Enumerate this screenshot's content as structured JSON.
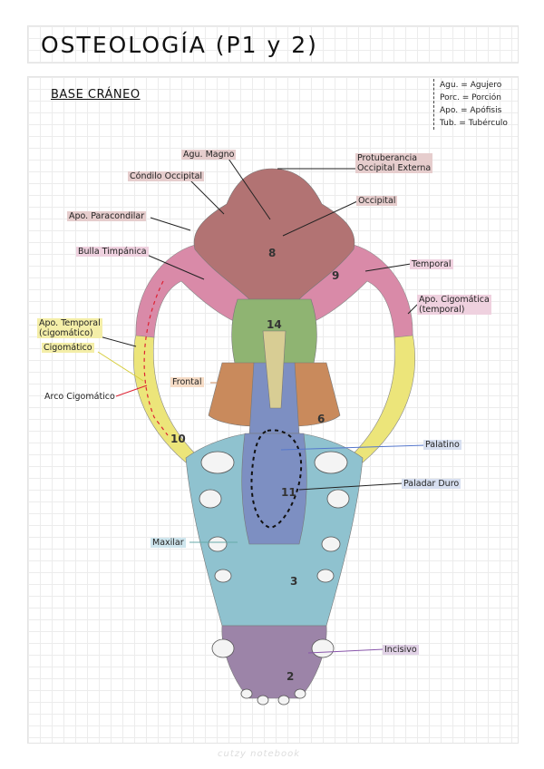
{
  "header": {
    "title": "OSTEOLOGÍA (P1 y 2)"
  },
  "section": {
    "title": "BASE CRÁNEO"
  },
  "abbreviations": [
    "Agu. = Agujero",
    "Porc. = Porción",
    "Apo. = Apófisis",
    "Tub. = Tubérculo"
  ],
  "labels": {
    "agujero_magno": "Agu. Magno",
    "condilo_occipital": "Cóndilo Occipital",
    "apofisis_paracondilar": "Apo. Paracondilar",
    "bulla_timpanica": "Bulla Timpánica",
    "apofisis_temporal_line1": "Apo. Temporal",
    "apofisis_temporal_line2": "(cigomático)",
    "cigomatico": "Cigomático",
    "arco_cigomatico": "Arco Cigomático",
    "frontal": "Frontal",
    "maxilar": "Maxilar",
    "protuberancia_line1": "Protuberancia",
    "protuberancia_line2": "Occipital Externa",
    "occipital": "Occipital",
    "temporal": "Temporal",
    "apofisis_cigomatica_line1": "Apo. Cigomática",
    "apofisis_cigomatica_line2": "(temporal)",
    "palatino": "Palatino",
    "paladar_duro": "Paladar Duro",
    "incisivo": "Incisivo"
  },
  "bone_numbers": {
    "occipital": "8",
    "temporal": "9",
    "sphenoid": "14",
    "palatine_side": "6",
    "zygomatic": "10",
    "palatine": "11",
    "maxilla": "3",
    "incisive": "2"
  },
  "colors": {
    "occipital": "#b27373",
    "temporal": "#d98aa8",
    "sphenoid": "#8fb472",
    "frontal": "#c98a5c",
    "palatine": "#7d8fc2",
    "zygomatic": "#ece57a",
    "maxilla": "#8fc2cf",
    "incisive": "#9c84a8",
    "vomer": "#d8cd94"
  },
  "footer": {
    "text": "cutzy notebook"
  }
}
